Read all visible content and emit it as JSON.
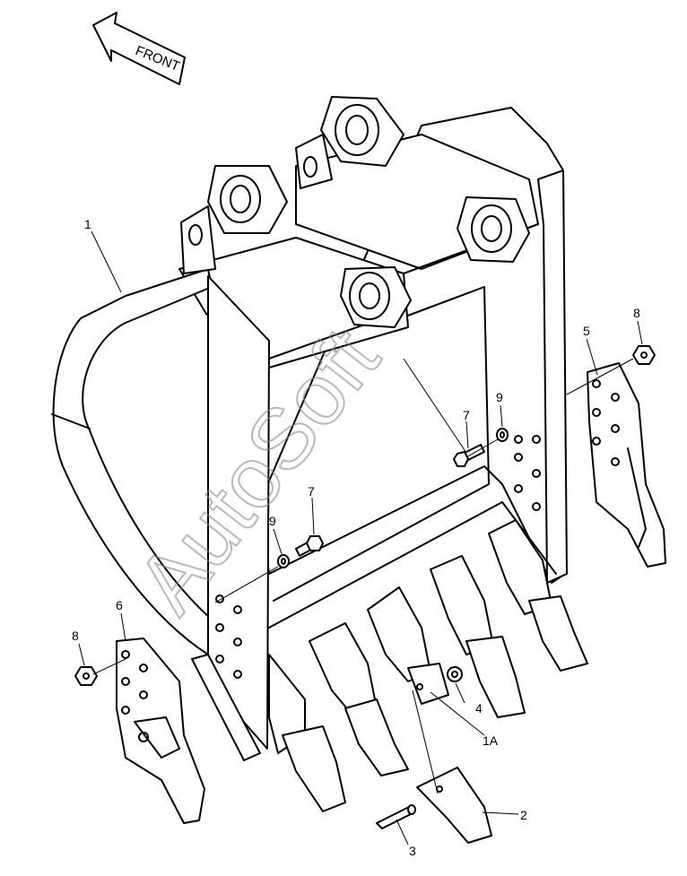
{
  "direction_label": "FRONT",
  "watermark": "AutoSoft",
  "callouts": {
    "c1": "1",
    "c1a": "1A",
    "c2": "2",
    "c3": "3",
    "c4": "4",
    "c5": "5",
    "c6": "6",
    "c7_upper": "7",
    "c7_lower": "7",
    "c8_right": "8",
    "c8_left": "8",
    "c9_upper": "9",
    "c9_lower": "9"
  }
}
